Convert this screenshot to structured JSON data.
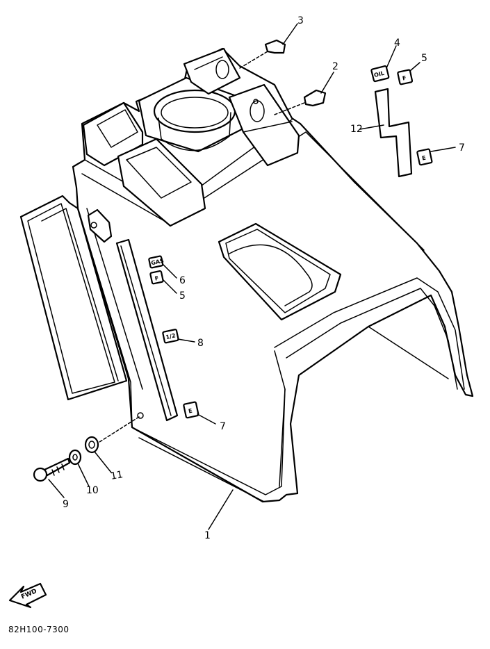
{
  "diagram": {
    "part_code": "82H100-7300",
    "fwd_arrow_text": "FWD",
    "callouts": {
      "c1": "1",
      "c2": "2",
      "c3": "3",
      "c4": "4",
      "c5a": "5",
      "c5b": "5",
      "c6": "6",
      "c7a": "7",
      "c7b": "7",
      "c8": "8",
      "c9": "9",
      "c10": "10",
      "c11": "11",
      "c12": "12"
    },
    "decal_text": {
      "oil": "OIL",
      "fuel_top": "F",
      "empty_top": "E",
      "gas": "GAS",
      "fuel_side": "F",
      "half": "1/2",
      "empty_side": "E"
    }
  }
}
